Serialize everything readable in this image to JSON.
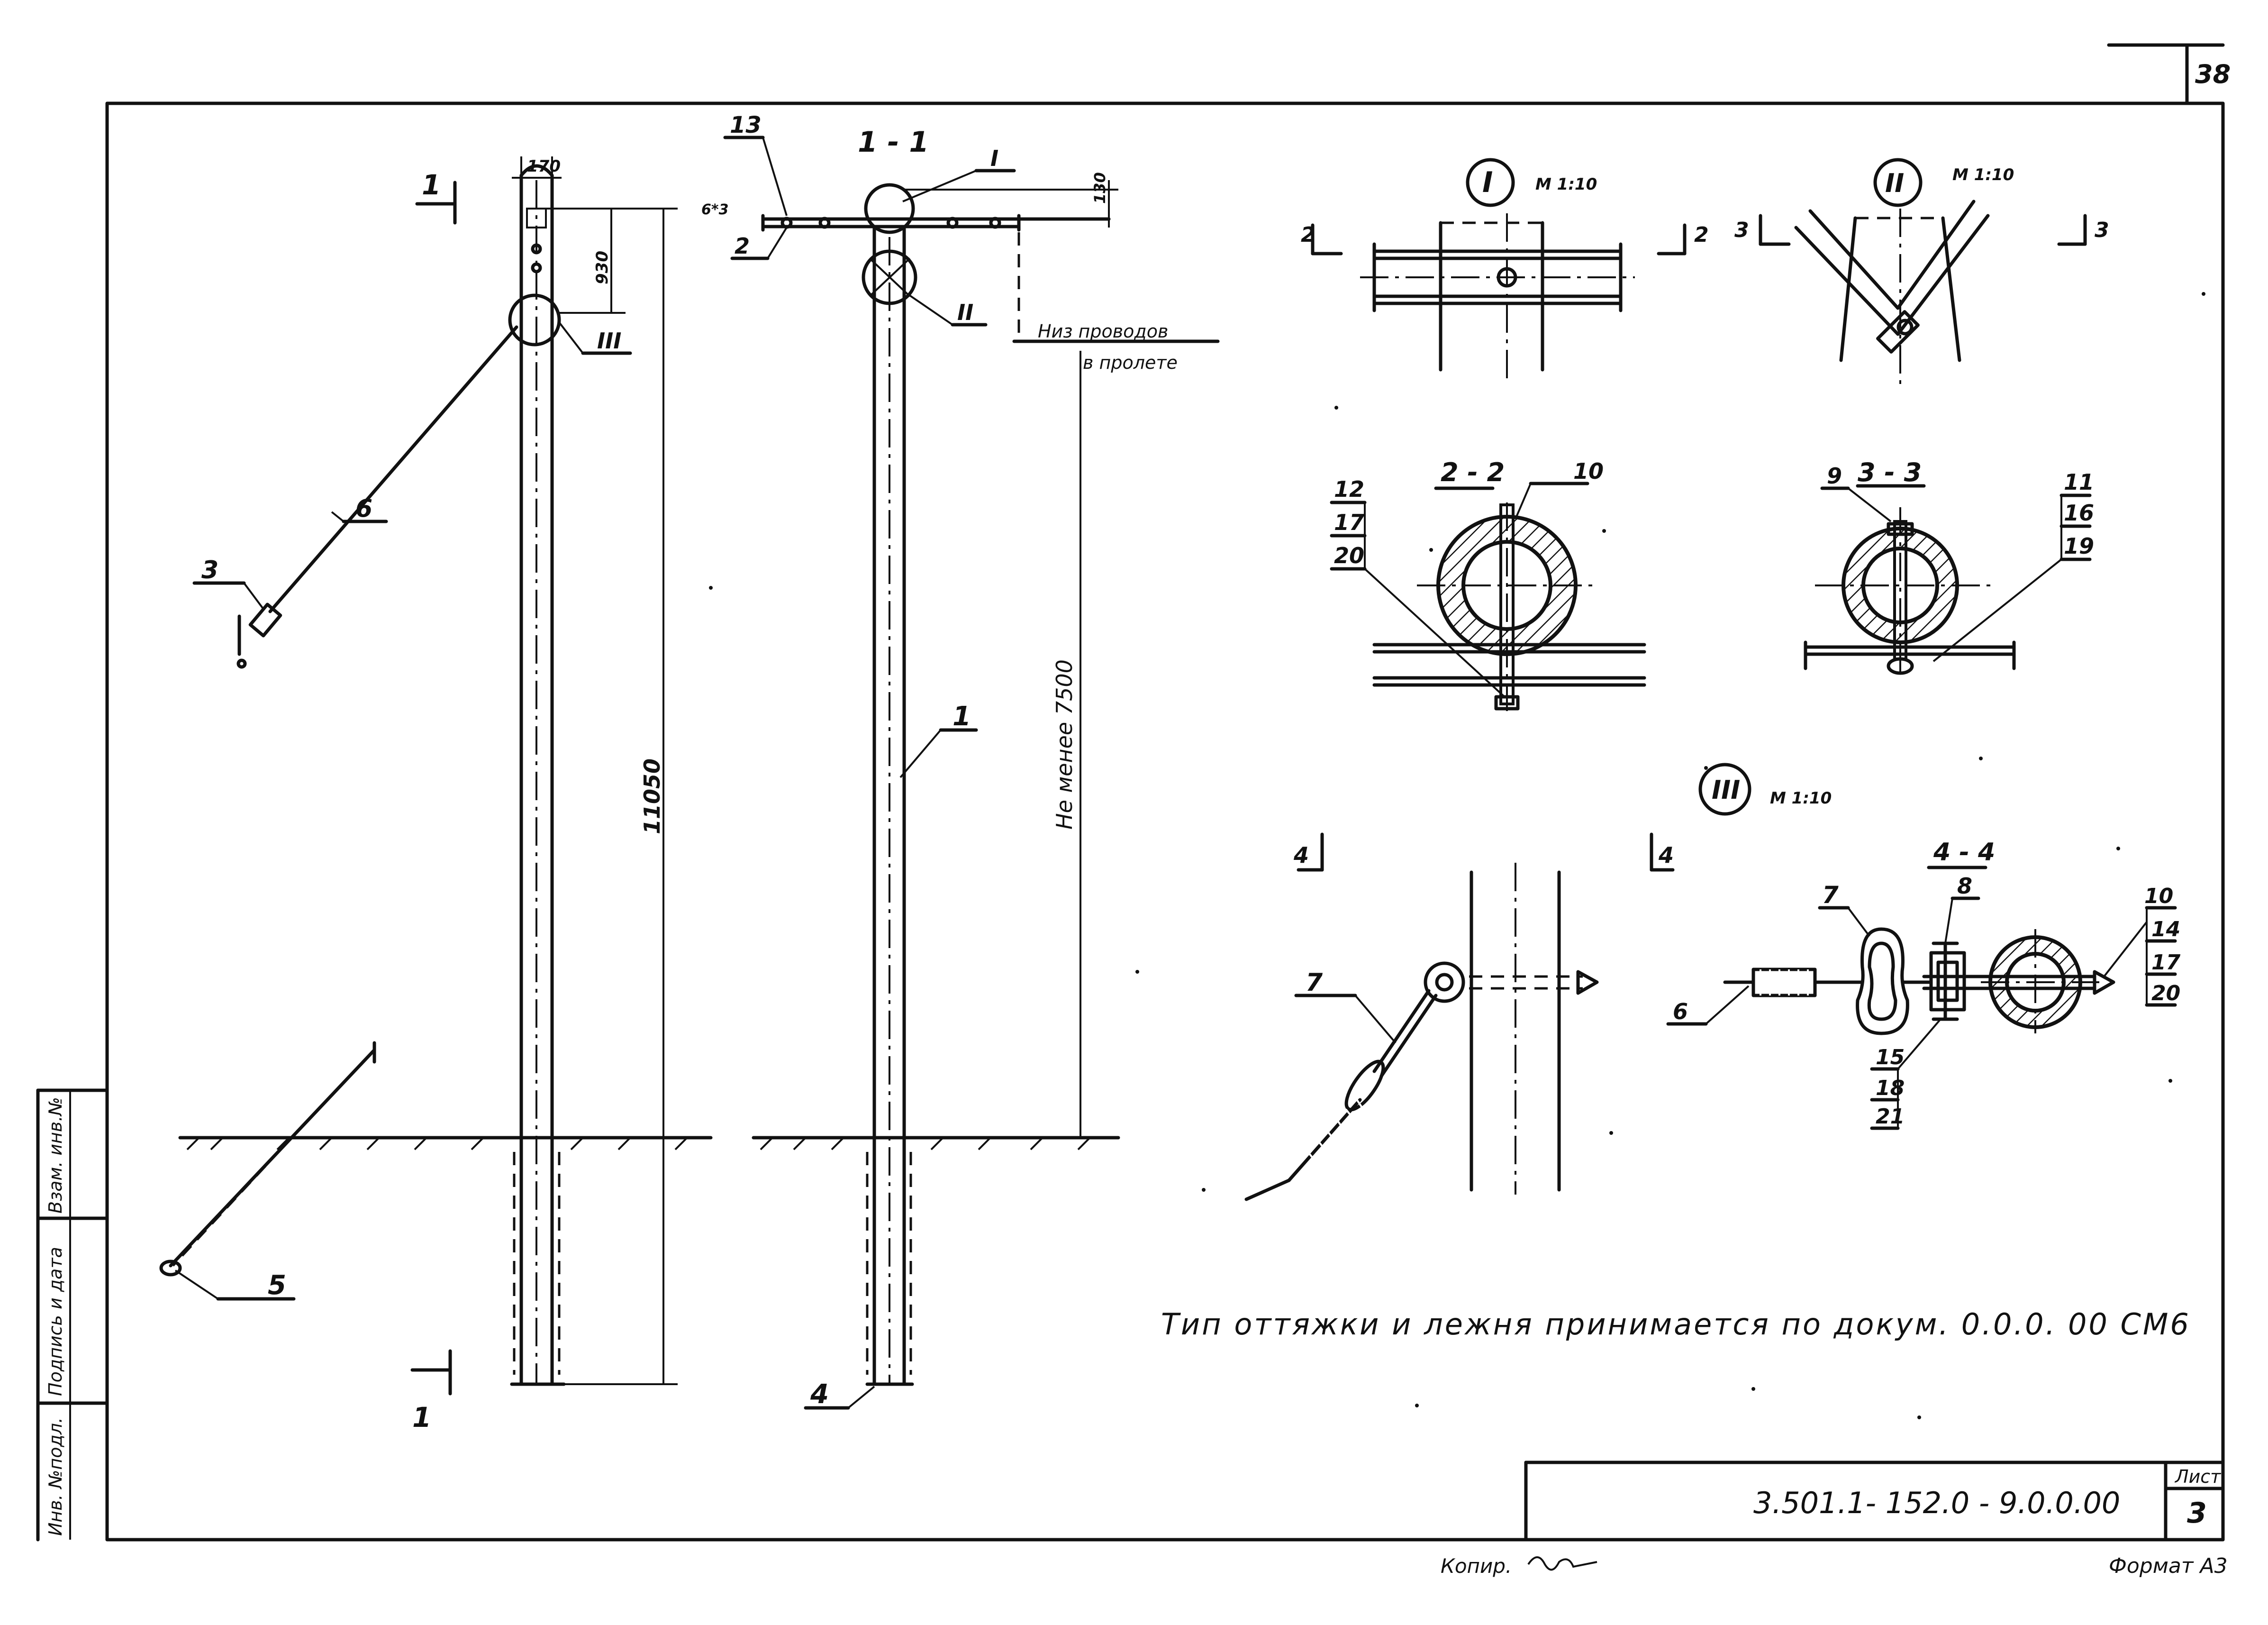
{
  "sheet": {
    "corner_number": "38",
    "sheet_label": "Лист",
    "sheet_number": "3",
    "document_code": "3.501.1- 152.0 - 9.0.0.00",
    "copied_label": "Копир.",
    "format_label": "Формат А3"
  },
  "side_stamp": {
    "inv_label": "Инв. №подл.",
    "sign_label": "Подпись и дата",
    "replace_label": "Взам. инв.№"
  },
  "main_view": {
    "section_mark": "1",
    "dim_top": "170",
    "dim_upper": "930",
    "dim_height": "11050",
    "callout_guy": "6",
    "callout_insulator": "3",
    "callout_anchor": "5",
    "node_mark": "III"
  },
  "section_view": {
    "title": "1 - 1",
    "callout_crossarm": "13",
    "callout_node_i": "I",
    "callout_bracket": "2",
    "callout_node_ii": "II",
    "callout_pole": "1",
    "callout_footing": "4",
    "dim_offset": "6*3",
    "dim_top": "130",
    "wire_note_1": "Низ проводов",
    "wire_note_2": "в пролете",
    "min_clearance": "Не менее  7500"
  },
  "detail_i": {
    "mark": "I",
    "scale": "М 1:10",
    "cut_mark": "2",
    "section_title": "2 - 2",
    "callouts": [
      "12",
      "17",
      "20",
      "10"
    ]
  },
  "detail_ii": {
    "mark": "II",
    "scale": "М 1:10",
    "cut_mark": "3",
    "section_title": "3 - 3",
    "callouts": [
      "9",
      "11",
      "16",
      "19"
    ]
  },
  "detail_iii": {
    "mark": "III",
    "scale": "М 1:10",
    "cut_mark": "4",
    "section_title": "4 - 4",
    "callout_turnbuckle": "7",
    "callout_guy": "6",
    "callout_clamp": "8",
    "callouts_right": [
      "10",
      "14",
      "17",
      "20"
    ],
    "callouts_bottom": [
      "15",
      "18",
      "21"
    ]
  },
  "note": "Тип оттяжки и лежня принимается по докум.  0.0.0. 00 СМ6"
}
